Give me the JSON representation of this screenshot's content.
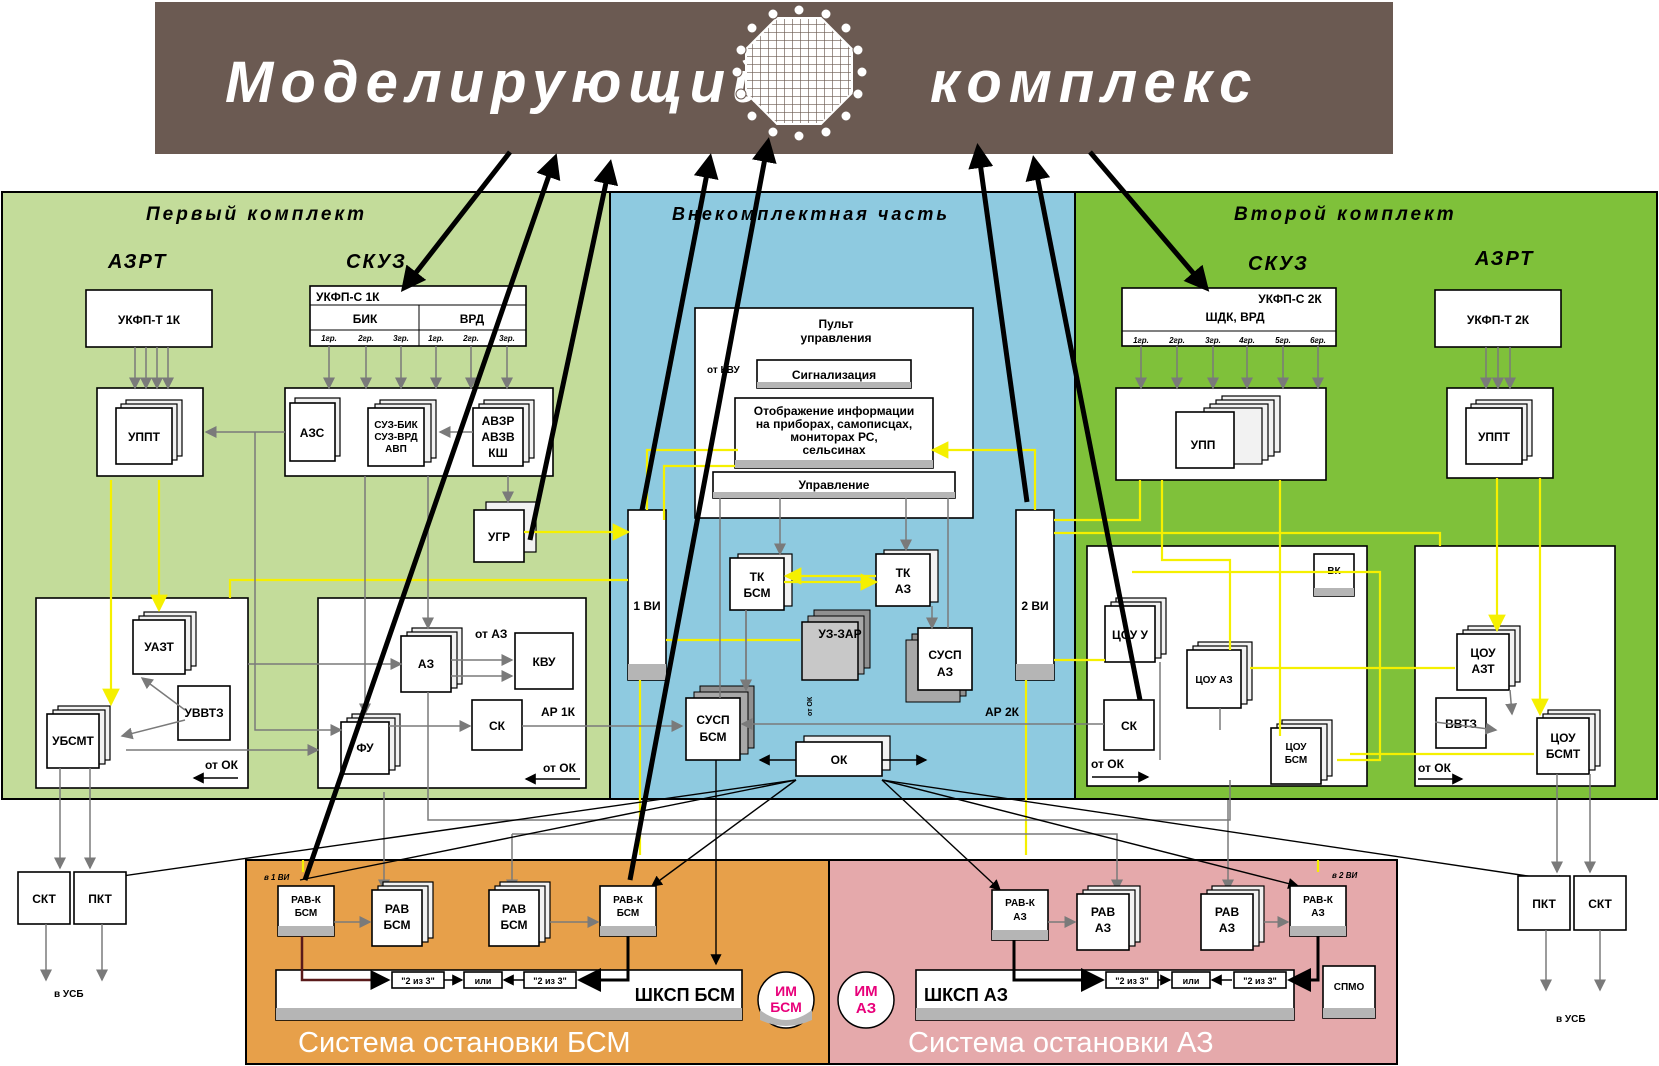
{
  "banner": {
    "left": "Моделирующий",
    "right": "комплекс"
  },
  "sections": {
    "first": "Первый комплект",
    "middle": "Внекомплектная часть",
    "second": "Второй комплект"
  },
  "subsystems": {
    "azrt": "АЗРТ",
    "skuz": "СКУЗ"
  },
  "first": {
    "ukfpt": "УКФП-Т 1К",
    "ukfps": "УКФП-С 1К",
    "bik": "БИК",
    "vrd": "ВРД",
    "groups": [
      "1гр.",
      "2гр.",
      "3гр.",
      "1гр.",
      "2гр.",
      "3гр."
    ],
    "uppt": "УППТ",
    "azs": "АЗС",
    "suz_bik": [
      "СУЗ-БИК",
      "СУЗ-ВРД",
      "АВП"
    ],
    "avzr": [
      "АВЗР",
      "АВЗВ",
      "КШ"
    ],
    "ugr": "УГР",
    "uazt": "УАЗТ",
    "uvvtz": "УВВТЗ",
    "ubsmt": "УБСМТ",
    "az": "АЗ",
    "ot_az": "от АЗ",
    "kvu": "КВУ",
    "fu": "ФУ",
    "sk": "СК",
    "ar": "АР 1К",
    "ot_ok": "от ОК"
  },
  "middle": {
    "pult": [
      "Пульт",
      "управления"
    ],
    "ot_kvu": "от КВУ",
    "signal": "Сигнализация",
    "display": [
      "Отображение информации",
      "на приборах, самописцах,",
      "мониторах РС,",
      "сельсинах"
    ],
    "control": "Управление",
    "vi1": "1 ВИ",
    "vi2": "2 ВИ",
    "tk_bsm": [
      "ТК",
      "БСМ"
    ],
    "tk_az": [
      "ТК",
      "АЗ"
    ],
    "uz_zar": "УЗ-ЗАР",
    "ot_ok_v": "от ОК",
    "susp_bsm": [
      "СУСП",
      "БСМ"
    ],
    "susp_az": [
      "СУСП",
      "АЗ"
    ],
    "ar2": "АР 2К",
    "ok": "ОК"
  },
  "second": {
    "ukfps": [
      "УКФП-С 2К",
      "ШДК, ВРД"
    ],
    "groups": [
      "1гр.",
      "2гр.",
      "3гр.",
      "4гр.",
      "5гр.",
      "6гр."
    ],
    "ukfpt": "УКФП-Т 2К",
    "upp": "УПП",
    "uppt": "УППТ",
    "vk": "ВК",
    "tsou_u": "ЦОУ У",
    "tsou_az": "ЦОУ АЗ",
    "tsou_azt": [
      "ЦОУ",
      "АЗТ"
    ],
    "tsou_bsm": [
      "ЦОУ",
      "БСМ"
    ],
    "vvtz": "ВВТЗ",
    "tsou_bsmt": [
      "ЦОУ",
      "БСМТ"
    ],
    "sk": "СК",
    "ot_ok": "от ОК"
  },
  "bottom": {
    "skt": "СКТ",
    "pkt": "ПКТ",
    "to_usb": "в УСБ",
    "v1vi": "в 1 ВИ",
    "v2vi": "в 2 ВИ",
    "rav_k_bsm": [
      "РАВ-К",
      "БСМ"
    ],
    "rav_bsm": [
      "РАВ",
      "БСМ"
    ],
    "rav_k_az": [
      "РАВ-К",
      "АЗ"
    ],
    "rav_az": [
      "РАВ",
      "АЗ"
    ],
    "two_of_three": "\"2 из 3\"",
    "or": "или",
    "shksp_bsm": "ШКСП БСМ",
    "shksp_az": "ШКСП АЗ",
    "im_bsm": [
      "ИМ",
      "БСМ"
    ],
    "im_az": [
      "ИМ",
      "АЗ"
    ],
    "spmo": "СПМО",
    "stop_bsm": "Система остановки БСМ",
    "stop_az": "Система остановки АЗ"
  },
  "colors": {
    "banner": "#6b5a52",
    "first_kit": "#c3dc9a",
    "middle": "#8ecae0",
    "second_kit": "#7fc13a",
    "bsm_stop": "#e7a04a",
    "az_stop": "#e5a9ab",
    "signal_line": "#f5f000",
    "im_text": "#e8007a"
  },
  "icons": [
    "reactor-core-icon"
  ]
}
